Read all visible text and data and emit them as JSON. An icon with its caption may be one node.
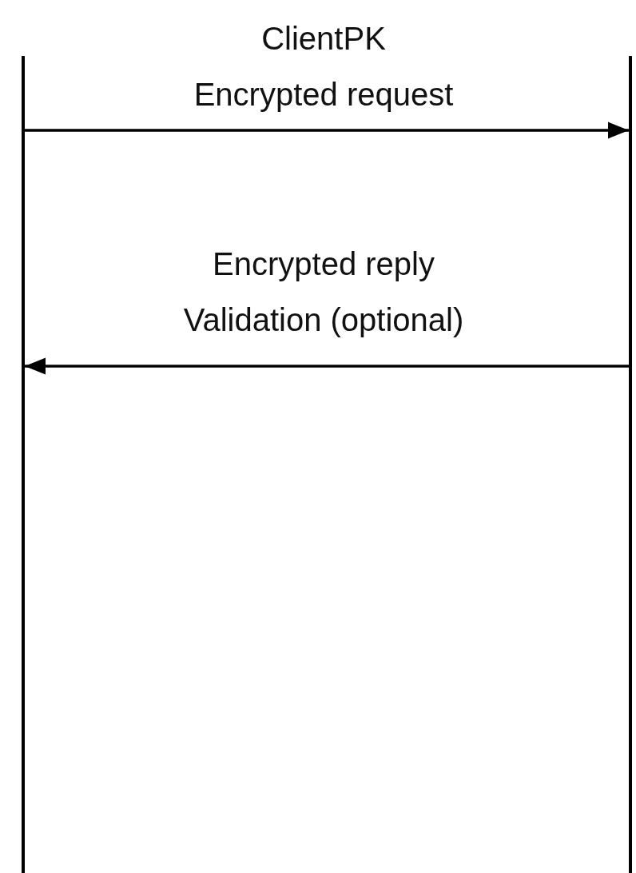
{
  "diagram": {
    "nodes": [
      {
        "text": [],
        "shape": "bar"
      },
      {
        "text": [],
        "shape": "bar"
      }
    ],
    "edges": [
      {
        "from": 0,
        "to": 1,
        "arrow": "to",
        "label": "ClientPK Encrypted request"
      },
      {
        "from": 1,
        "to": 0,
        "arrow": "to",
        "label": "Encrypted reply Validation (optional)"
      }
    ]
  }
}
